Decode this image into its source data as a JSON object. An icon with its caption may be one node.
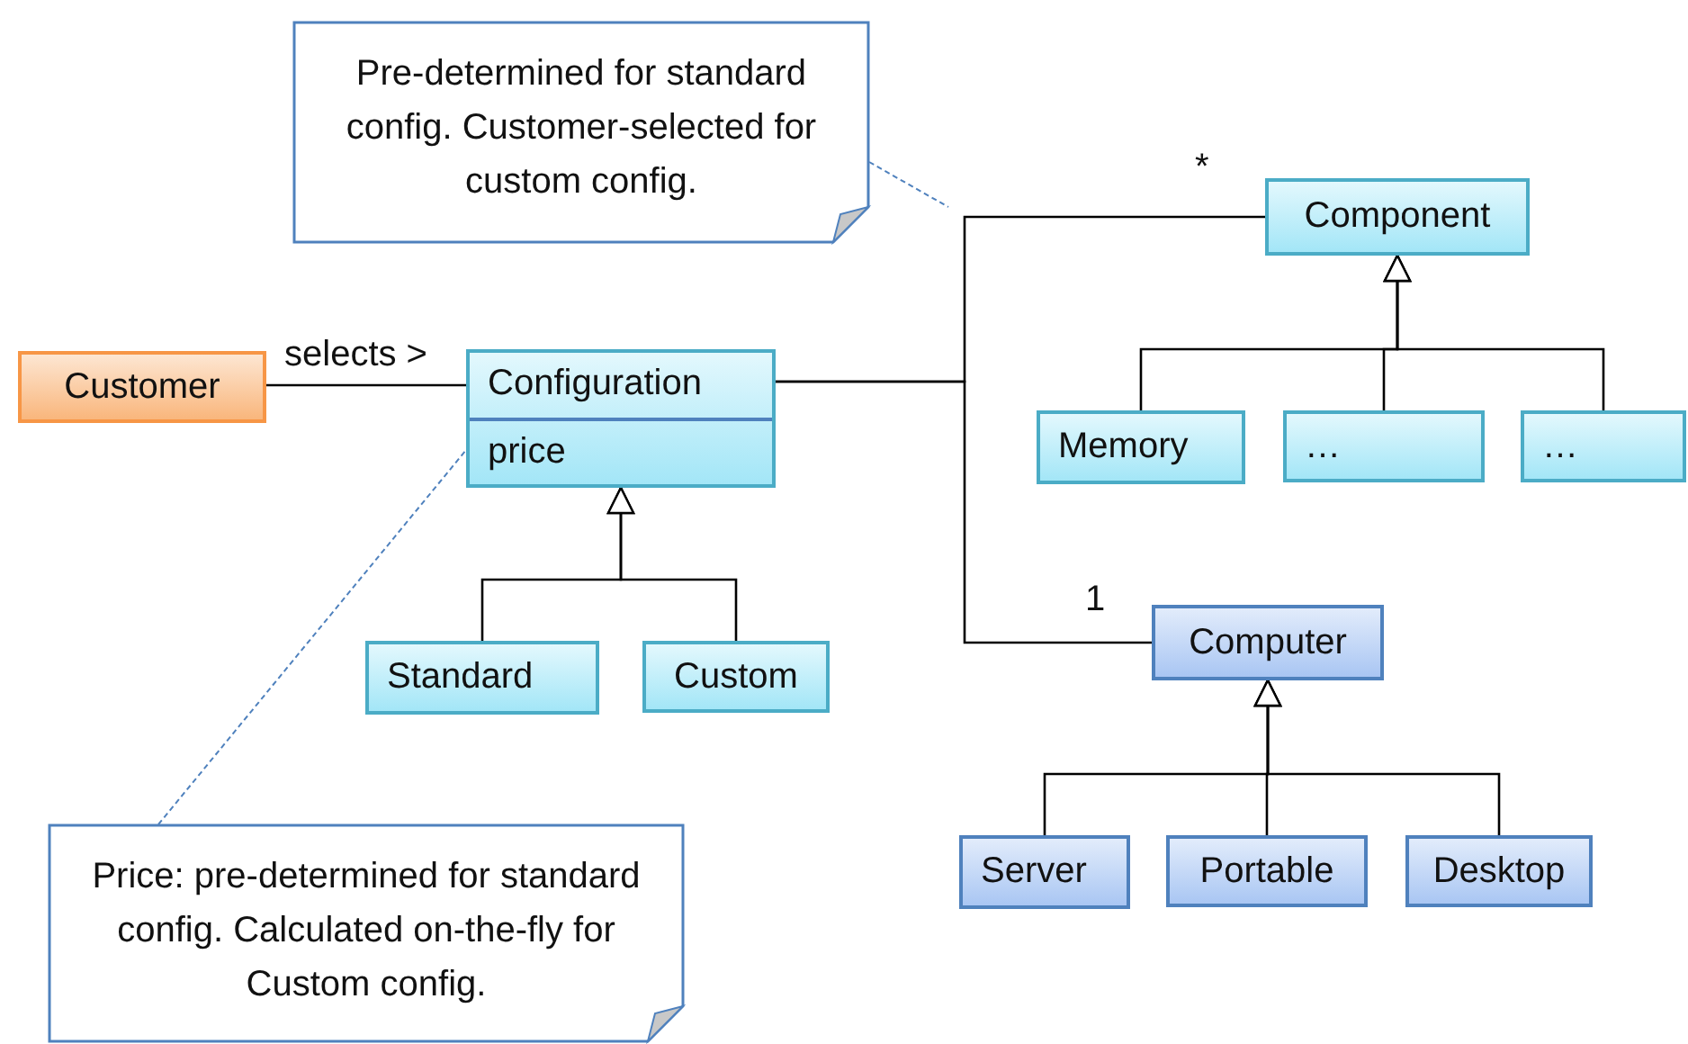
{
  "diagram": {
    "nodes": [
      {
        "text": [
          "Pre-determined for standard config. Customer-selected for custom config."
        ]
      },
      {
        "text": [
          "Customer"
        ]
      },
      {
        "text": [
          "Configuration",
          "price"
        ]
      },
      {
        "text": [
          "Component"
        ]
      },
      {
        "text": [
          "Memory"
        ]
      },
      {
        "text": [
          "…"
        ]
      },
      {
        "text": [
          "…"
        ]
      },
      {
        "text": [
          "Standard"
        ]
      },
      {
        "text": [
          "Custom"
        ]
      },
      {
        "text": [
          "Computer"
        ]
      },
      {
        "text": [
          "Server"
        ]
      },
      {
        "text": [
          "Portable"
        ]
      },
      {
        "text": [
          "Desktop"
        ]
      },
      {
        "text": [
          "Price: pre-determined for standard config. Calculated on-the-fly for Custom config."
        ]
      }
    ],
    "edges": [
      {
        "from": 0,
        "to": null,
        "arrow": "none",
        "style": "dashed",
        "color": "#4f81bd"
      },
      {
        "from": 1,
        "to": 2,
        "arrow": "none",
        "label": "selects >"
      },
      {
        "from": 2,
        "to": 3,
        "arrow": "none",
        "label": "*"
      },
      {
        "from": 2,
        "to": 9,
        "arrow": "none",
        "label": "1"
      },
      {
        "from": 7,
        "to": 2,
        "arrow": "to"
      },
      {
        "from": 8,
        "to": 2,
        "arrow": "to"
      },
      {
        "from": 4,
        "to": 3,
        "arrow": "to"
      },
      {
        "from": 5,
        "to": 3,
        "arrow": "to"
      },
      {
        "from": 6,
        "to": 3,
        "arrow": "to"
      },
      {
        "from": 10,
        "to": 9,
        "arrow": "to"
      },
      {
        "from": 11,
        "to": 9,
        "arrow": "to"
      },
      {
        "from": 12,
        "to": 9,
        "arrow": "to"
      },
      {
        "from": 13,
        "to": 2,
        "arrow": "none",
        "style": "dashed",
        "color": "#4f81bd"
      }
    ]
  }
}
